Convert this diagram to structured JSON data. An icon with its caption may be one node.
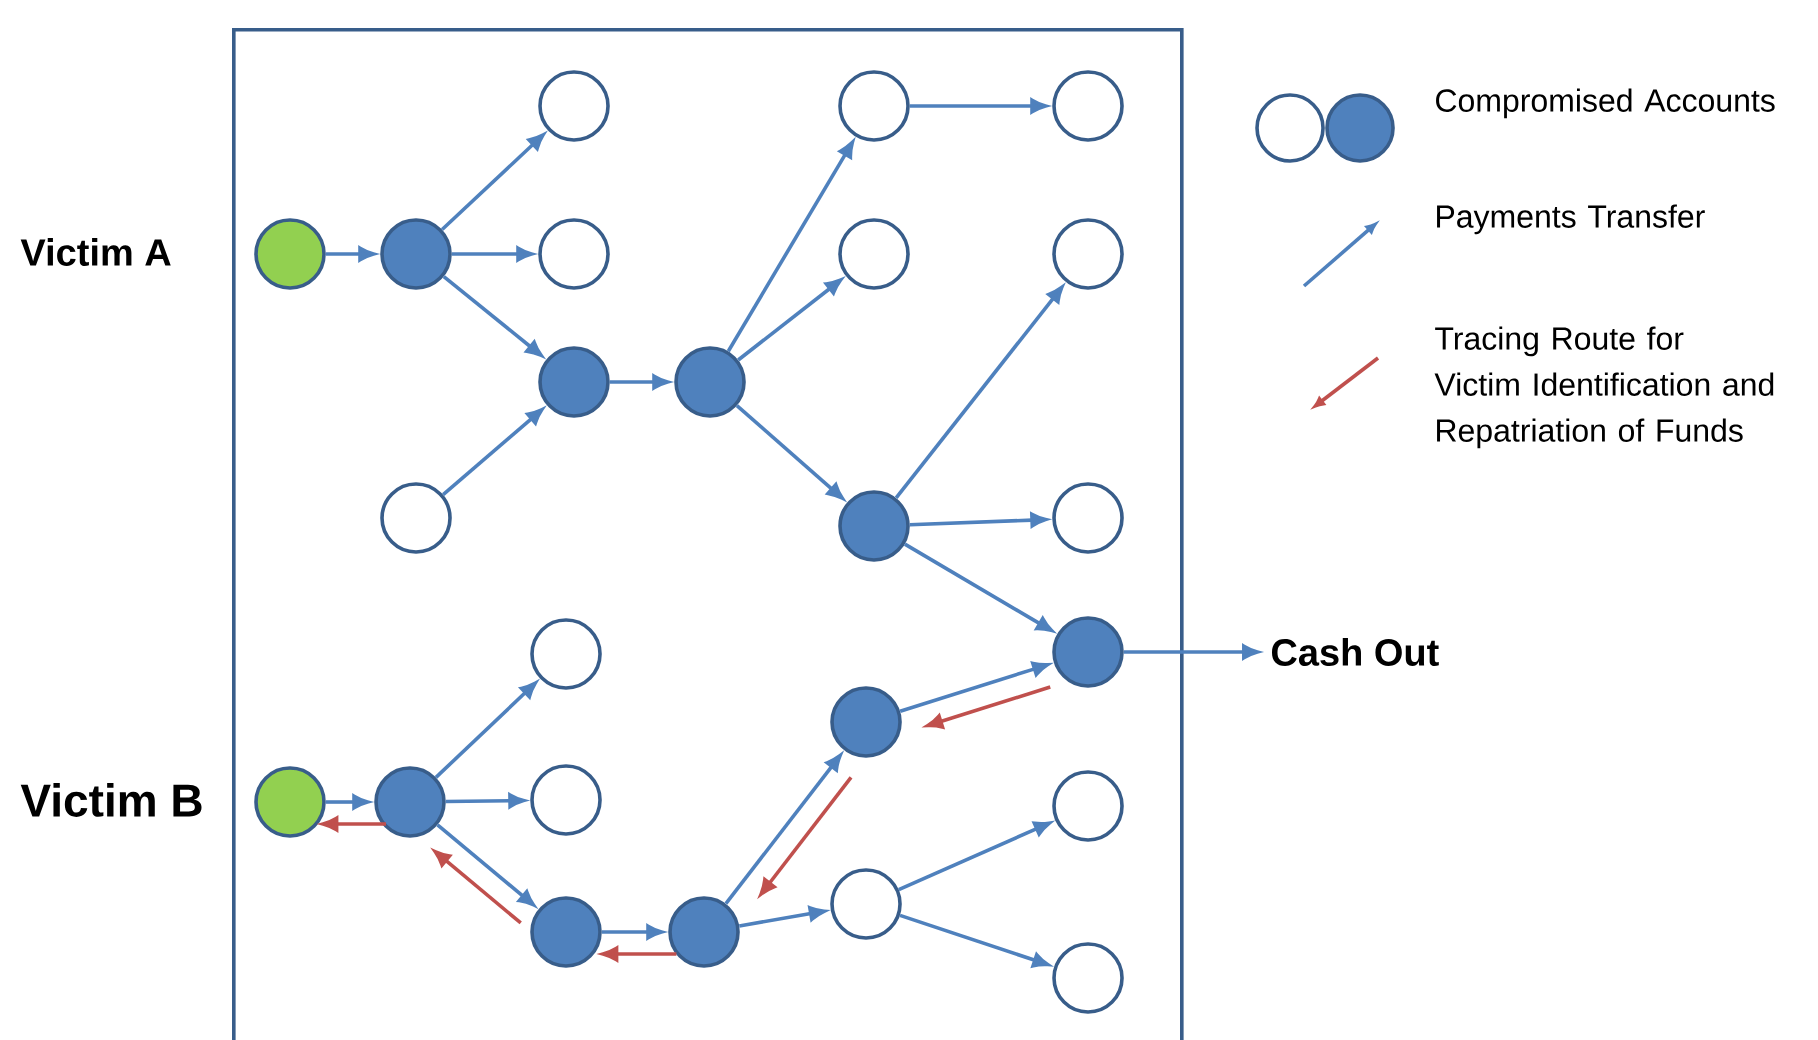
{
  "diagram": {
    "nodes": [
      {
        "text": [],
        "shape": "box"
      },
      {
        "text": [],
        "shape": "circle",
        "in": 0
      },
      {
        "text": [],
        "shape": "circle",
        "in": 0
      },
      {
        "text": [],
        "shape": "circle",
        "in": 0
      },
      {
        "text": [],
        "shape": "circle",
        "in": 0
      },
      {
        "text": [],
        "shape": "circle",
        "in": 0
      },
      {
        "text": [],
        "shape": "circle",
        "in": 0
      },
      {
        "text": [],
        "shape": "circle",
        "in": 0
      },
      {
        "text": [],
        "shape": "circle",
        "in": 0
      },
      {
        "text": [],
        "shape": "circle",
        "in": 0
      },
      {
        "text": [],
        "shape": "circle",
        "in": 0
      },
      {
        "text": [],
        "shape": "circle",
        "in": 0
      },
      {
        "text": [],
        "shape": "circle",
        "in": 0
      },
      {
        "text": [],
        "shape": "circle",
        "in": 0
      },
      {
        "text": [],
        "shape": "circle",
        "in": 0
      },
      {
        "text": [],
        "shape": "circle",
        "in": 0
      },
      {
        "text": [],
        "shape": "circle",
        "in": 0
      },
      {
        "text": [],
        "shape": "circle",
        "in": 0
      },
      {
        "text": [],
        "shape": "circle",
        "in": 0
      },
      {
        "text": [],
        "shape": "circle",
        "in": 0
      },
      {
        "text": [],
        "shape": "circle",
        "in": 0
      },
      {
        "text": [],
        "shape": "circle",
        "in": 0
      },
      {
        "text": [],
        "shape": "circle",
        "in": 0
      },
      {
        "text": [],
        "shape": "circle",
        "in": 0
      },
      {
        "text": [],
        "shape": "circle",
        "in": 0
      },
      {
        "text": [
          "Cash Out"
        ]
      }
    ],
    "edges": [
      {
        "from": 1,
        "to": 2,
        "arrow": "to"
      },
      {
        "from": 2,
        "to": 3,
        "arrow": "to"
      },
      {
        "from": 2,
        "to": 4,
        "arrow": "to"
      },
      {
        "from": 2,
        "to": 5,
        "arrow": "to"
      },
      {
        "from": 6,
        "to": 5,
        "arrow": "to"
      },
      {
        "from": 5,
        "to": 7,
        "arrow": "to"
      },
      {
        "from": 7,
        "to": 8,
        "arrow": "to"
      },
      {
        "from": 7,
        "to": 9,
        "arrow": "to"
      },
      {
        "from": 7,
        "to": 10,
        "arrow": "to"
      },
      {
        "from": 8,
        "to": 11,
        "arrow": "to"
      },
      {
        "from": 10,
        "to": 12,
        "arrow": "to"
      },
      {
        "from": 10,
        "to": 13,
        "arrow": "to"
      },
      {
        "from": 10,
        "to": 14,
        "arrow": "to"
      },
      {
        "from": 14,
        "to": 25,
        "arrow": "to"
      },
      {
        "from": 15,
        "to": 16,
        "arrow": "to"
      },
      {
        "from": 16,
        "to": 17,
        "arrow": "to"
      },
      {
        "from": 16,
        "to": 18,
        "arrow": "to"
      },
      {
        "from": 16,
        "to": 19,
        "arrow": "to"
      },
      {
        "from": 19,
        "to": 20,
        "arrow": "to"
      },
      {
        "from": 20,
        "to": 21,
        "arrow": "to"
      },
      {
        "from": 20,
        "to": 22,
        "arrow": "to"
      },
      {
        "from": 21,
        "to": 14,
        "arrow": "to"
      },
      {
        "from": 22,
        "to": 23,
        "arrow": "to"
      },
      {
        "from": 22,
        "to": 24,
        "arrow": "to"
      },
      {
        "from": 14,
        "to": 21,
        "arrow": "to",
        "color": "#c0504d"
      },
      {
        "from": 21,
        "to": 20,
        "arrow": "to",
        "color": "#c0504d"
      },
      {
        "from": 20,
        "to": 19,
        "arrow": "to",
        "color": "#c0504d"
      },
      {
        "from": 19,
        "to": 16,
        "arrow": "to",
        "color": "#c0504d"
      },
      {
        "from": 16,
        "to": 15,
        "arrow": "to",
        "color": "#c0504d"
      }
    ],
    "labels": [
      "Victim A",
      "Victim B"
    ],
    "legend": [
      {
        "text": "Compromised Accounts"
      },
      {
        "text": "Payments Transfer"
      },
      {
        "text": "Tracing Route for Victim Identification and Repatriation of Funds"
      }
    ]
  }
}
